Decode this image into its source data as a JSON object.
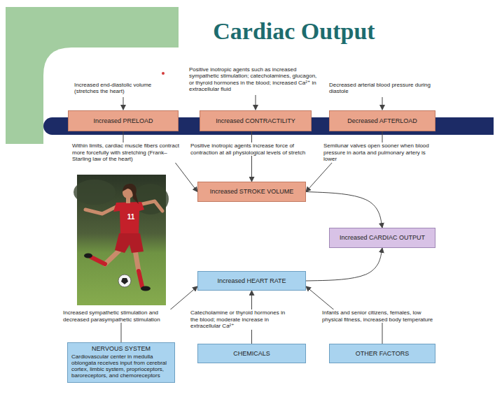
{
  "diagram": {
    "title": "Cardiac Output",
    "nodes": [
      {
        "text": [
          "Increased PRELOAD"
        ]
      },
      {
        "text": [
          "Increased CONTRACTILITY"
        ]
      },
      {
        "text": [
          "Decreased AFTERLOAD"
        ]
      },
      {
        "text": [
          "Increased STROKE VOLUME"
        ]
      },
      {
        "text": [
          "Increased CARDIAC OUTPUT"
        ]
      },
      {
        "text": [
          "Increased HEART RATE"
        ]
      },
      {
        "text": [
          "NERVOUS SYSTEM",
          "Cardiovascular center in medulla oblongata receives input from cerebral cortex, limbic system, proprioceptors, baroreceptors, and chemoreceptors"
        ]
      },
      {
        "text": [
          "CHEMICALS"
        ]
      },
      {
        "text": [
          "OTHER FACTORS"
        ]
      }
    ],
    "edges": [
      {
        "from": 0,
        "to": 3,
        "arrow": "to"
      },
      {
        "from": 1,
        "to": 3,
        "arrow": "to"
      },
      {
        "from": 2,
        "to": 3,
        "arrow": "to"
      },
      {
        "from": 3,
        "to": 4,
        "arrow": "to"
      },
      {
        "from": 5,
        "to": 4,
        "arrow": "to"
      },
      {
        "from": 6,
        "to": 5,
        "arrow": "to"
      },
      {
        "from": 7,
        "to": 5,
        "arrow": "to"
      },
      {
        "from": 8,
        "to": 5,
        "arrow": "to"
      }
    ],
    "labels": [
      "Increased end-diastolic volume (stretches the heart)",
      "Positive inotropic agents such as increased sympathetic stimulation; catecholamines, glucagon, or thyroid hormones in the blood; increased Ca²⁺ in extracellular fluid",
      "Decreased arterial blood pressure during diastole",
      "Within limits, cardiac muscle fibers contract more forcefully with stretching (Frank–Starling law of the heart)",
      "Positive inotropic agents increase force of contraction at all physiological levels of stretch",
      "Semilunar valves open sooner when blood pressure in aorta and pulmonary artery is lower",
      "11",
      "Increased sympathetic stimulation and decreased parasympathetic stimulation",
      "Catecholamine or thyroid hormones in the blood; moderate increase in extracellular Ca²⁺",
      "Infants and senior citizens, females, low physical fitness, increased body temperature"
    ]
  }
}
